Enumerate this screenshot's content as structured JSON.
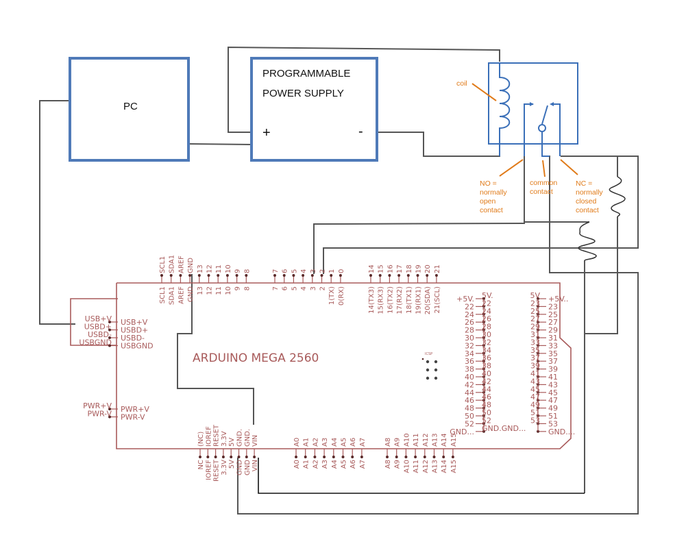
{
  "blocks": {
    "pc": {
      "label": "PC"
    },
    "power_supply": {
      "line1": "PROGRAMMABLE",
      "line2": "POWER SUPPLY",
      "plus": "+",
      "minus": "-"
    }
  },
  "relay": {
    "annotations": {
      "coil": "coil",
      "no": [
        "NO =",
        "normally",
        "open",
        "contact"
      ],
      "common": [
        "common",
        "contact"
      ],
      "nc": [
        "NC =",
        "normally",
        "closed",
        "contact"
      ]
    }
  },
  "arduino": {
    "title": "ARDUINO MEGA 2560",
    "icsp_label": "ICSP",
    "top_header_1": {
      "outer": [
        "SCL1",
        "SDA1",
        "AREF",
        "GND",
        "13",
        "12",
        "11",
        "10",
        "9",
        "8"
      ],
      "inner": [
        "SCL1",
        "SDA1",
        "AREF",
        "GND",
        "13",
        "12",
        "11",
        "10",
        "9",
        "8"
      ]
    },
    "top_header_2": {
      "outer": [
        "7",
        "6",
        "5",
        "4",
        "3",
        "2",
        "1",
        "0"
      ],
      "inner": [
        "7",
        "6",
        "5",
        "4",
        "3",
        "2",
        "1(TX)",
        "0(RX)"
      ]
    },
    "top_header_3": {
      "outer": [
        "14",
        "15",
        "16",
        "17",
        "18",
        "19",
        "20",
        "21"
      ],
      "inner": [
        "14(TX3)",
        "15(RX3)",
        "16(TX2)",
        "17(RX2)",
        "18(TX1)",
        "19(RX1)",
        "20(SDA)",
        "21(SCL)"
      ]
    },
    "left_usb": {
      "outer": [
        "USB+V",
        "USBD+",
        "USBD-",
        "USBGND"
      ],
      "inner": [
        "USB+V",
        "USBD+",
        "USBD-",
        "USBGND"
      ]
    },
    "left_pwr": {
      "outer": [
        "PWR+V",
        "PWR-V"
      ],
      "inner": [
        "PWR+V",
        "PWR-V"
      ]
    },
    "bottom_power": {
      "outer": [
        "NC",
        "IOREF",
        "RESET",
        "3.3V",
        "5V",
        "GND",
        "GND",
        "VIN"
      ],
      "inner": [
        "(NC)",
        "IOREF",
        "RESET",
        "3.3V",
        "5V",
        "GND.",
        "GND.",
        "VIN"
      ]
    },
    "bottom_analog_1": {
      "outer": [
        "A0",
        "A1",
        "A2",
        "A3",
        "A4",
        "A5",
        "A6",
        "A7"
      ],
      "inner": [
        "A0",
        "A1",
        "A2",
        "A3",
        "A4",
        "A5",
        "A6",
        "A7"
      ]
    },
    "bottom_analog_2": {
      "outer": [
        "A8",
        "A9",
        "A10",
        "A11",
        "A12",
        "A13",
        "A14",
        "A15"
      ],
      "inner": [
        "A8",
        "A9",
        "A10",
        "A11",
        "A12",
        "A13",
        "A14",
        "A15"
      ]
    },
    "right_header_even": {
      "outer": [
        "+5V.",
        "22",
        "24",
        "26",
        "28",
        "30",
        "32",
        "34",
        "36",
        "38",
        "40",
        "42",
        "44",
        "46",
        "48",
        "50",
        "52",
        "GND..."
      ],
      "inner": [
        "5V.",
        "22",
        "24",
        "26",
        "28",
        "30",
        "32",
        "34",
        "36",
        "38",
        "40",
        "42",
        "44",
        "46",
        "48",
        "50",
        "52",
        "GND.GND..."
      ]
    },
    "right_header_odd": {
      "outer": [
        "+5V..",
        "23",
        "25",
        "27",
        "29",
        "31",
        "33",
        "35",
        "37",
        "39",
        "41",
        "43",
        "45",
        "47",
        "49",
        "51",
        "53",
        "GND...."
      ],
      "inner": [
        "5V",
        "23",
        "25",
        "27",
        "29",
        "31",
        "33",
        "35",
        "37",
        "39",
        "41",
        "43",
        "45",
        "47",
        "49",
        "51",
        "53",
        ""
      ]
    }
  }
}
